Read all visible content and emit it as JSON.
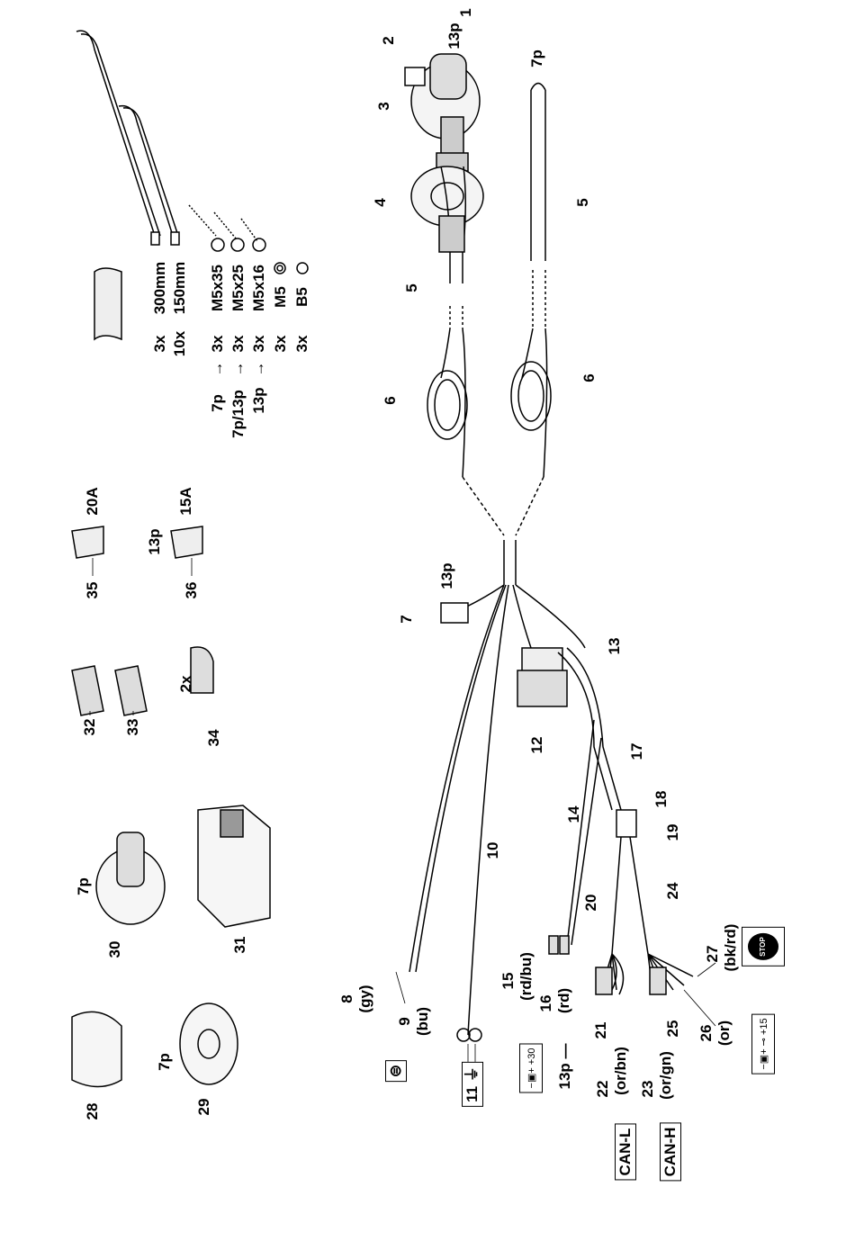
{
  "hardware": {
    "ties": [
      {
        "qty": "3x",
        "size": "300mm"
      },
      {
        "qty": "10x",
        "size": "150mm"
      }
    ],
    "screws": [
      {
        "use": "7p",
        "qty": "3x",
        "size": "M5x35"
      },
      {
        "use": "7p/13p",
        "qty": "3x",
        "size": "M5x25"
      },
      {
        "use": "13p",
        "qty": "3x",
        "size": "M5x16"
      }
    ],
    "nut": {
      "qty": "3x",
      "size": "M5"
    },
    "washer": {
      "qty": "3x",
      "size": "B5"
    },
    "arrow": "→"
  },
  "parts": {
    "p1": "1",
    "p2": "2",
    "p3": "3",
    "p4": "4",
    "p5a": "5",
    "p5b": "5",
    "p6a": "6",
    "p6b": "6",
    "p7": "7",
    "p8": "8",
    "p9": "9",
    "p10": "10",
    "p11": "11",
    "p12": "12",
    "p13": "13",
    "p14": "14",
    "p15": "15",
    "p16": "16",
    "p17": "17",
    "p18": "18",
    "p19": "19",
    "p20": "20",
    "p21": "21",
    "p22": "22",
    "p23": "23",
    "p24": "24",
    "p25": "25",
    "p26": "26",
    "p27": "27",
    "p28": "28",
    "p29": "29",
    "p30": "30",
    "p31": "31",
    "p32": "32",
    "p33": "33",
    "p34": "34",
    "p35": "35",
    "p36": "36"
  },
  "colors": {
    "gy": "(gy)",
    "bu": "(bu)",
    "rdbu": "(rd/bu)",
    "rd": "(rd)",
    "orbn": "(or/bn)",
    "orgn": "(or/gn)",
    "or": "(or)",
    "bkrd": "(bk/rd)"
  },
  "tags": {
    "socket13p": "13p",
    "socket7p": "7p",
    "conn7_13p": "13p",
    "wire16_13p": "13p —",
    "fuse36_13p": "13p",
    "p29_7p": "7p",
    "p30_7p": "7p",
    "fuse20": "20A",
    "fuse15": "15A",
    "qty34": "2x",
    "can_l": "CAN-L",
    "can_h": "CAN-H",
    "stop": "STOP",
    "plus30": "+30",
    "plus15": "+15"
  }
}
